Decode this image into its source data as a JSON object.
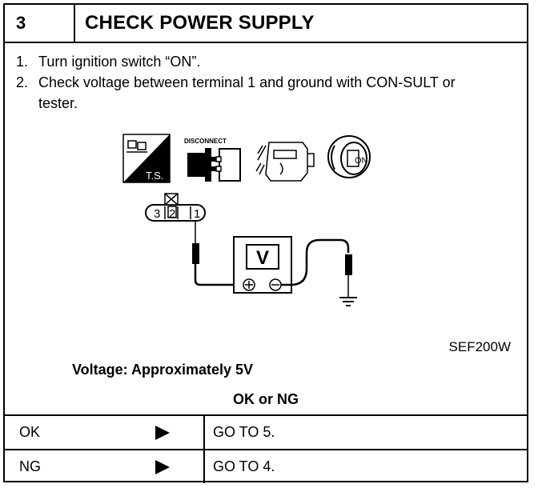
{
  "header": {
    "step_number": "3",
    "title": "CHECK POWER SUPPLY"
  },
  "instructions": [
    {
      "num": "1.",
      "text": "Turn ignition switch “ON”."
    },
    {
      "num": "2.",
      "text": "Check voltage between terminal 1 and ground with CON-SULT or tester."
    }
  ],
  "figure": {
    "icons": [
      {
        "name": "ts-icon",
        "label": "T.S."
      },
      {
        "name": "disconnect-connector-icon",
        "label": "DISCONNECT"
      },
      {
        "name": "engine-sensor-icon",
        "label": ""
      },
      {
        "name": "ignition-key-on-icon",
        "label": "ON"
      }
    ],
    "connector_terminals": [
      "3",
      "2",
      "1"
    ],
    "meter_label": "V",
    "meter_plus": "⊕",
    "meter_minus": "⊖",
    "code": "SEF200W"
  },
  "spec": {
    "voltage": "Voltage: Approximately 5V"
  },
  "result_prompt": "OK or NG",
  "results": [
    {
      "status": "OK",
      "action": "GO TO 5."
    },
    {
      "status": "NG",
      "action": "GO TO 4."
    }
  ]
}
